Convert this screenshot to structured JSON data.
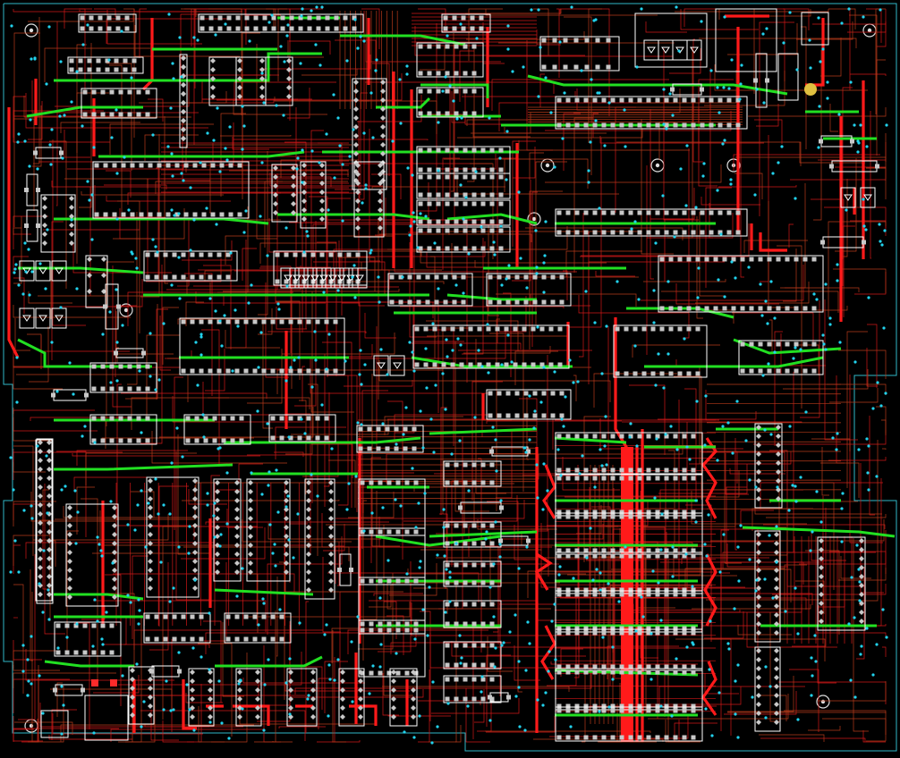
{
  "view": {
    "background": "#000000",
    "outline_color": "#2fb7c7",
    "silkscreen_color": "#ffffff",
    "pad_color": "#c8c8c8",
    "via_color": "#22d3ee",
    "bottom_trace_color": "#d01818",
    "top_trace_color": "#b73a1a",
    "power_trace_color": "#ff1a1a",
    "ground_trace_color": "#22e022"
  },
  "layers": [
    {
      "name": "board-outline"
    },
    {
      "name": "bottom-copper"
    },
    {
      "name": "top-copper"
    },
    {
      "name": "power-rails"
    },
    {
      "name": "ground-rails"
    },
    {
      "name": "components"
    },
    {
      "name": "vias"
    }
  ]
}
